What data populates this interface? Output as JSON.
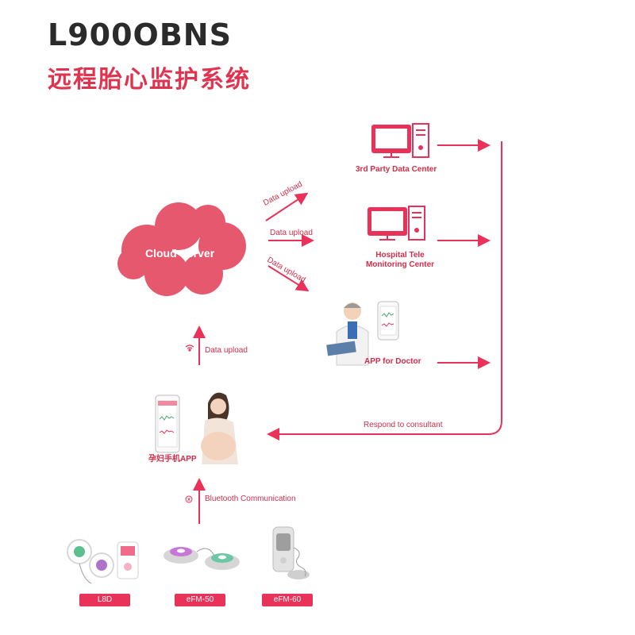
{
  "header": {
    "model": "L900OBNS",
    "system_name": "远程胎心监护系统"
  },
  "cloud": {
    "label": "Cloud Server"
  },
  "upload_labels": {
    "top": "Data upload",
    "middle": "Data upload",
    "bottom": "Data upload",
    "vertical": "Data upload"
  },
  "destinations": {
    "third_party": "3rd Party Data Center",
    "hospital_line1": "Hospital Tele",
    "hospital_line2": "Monitoring Center",
    "doctor_app": "APP for Doctor"
  },
  "respond_label": "Respond to consultant",
  "patient_app": "孕妇手机APP",
  "bluetooth_label": "Bluetooth Communication",
  "devices": [
    "L8D",
    "eFM-50",
    "eFM-60"
  ],
  "colors": {
    "accent": "#e8325a",
    "title": "#2b2b2b"
  }
}
